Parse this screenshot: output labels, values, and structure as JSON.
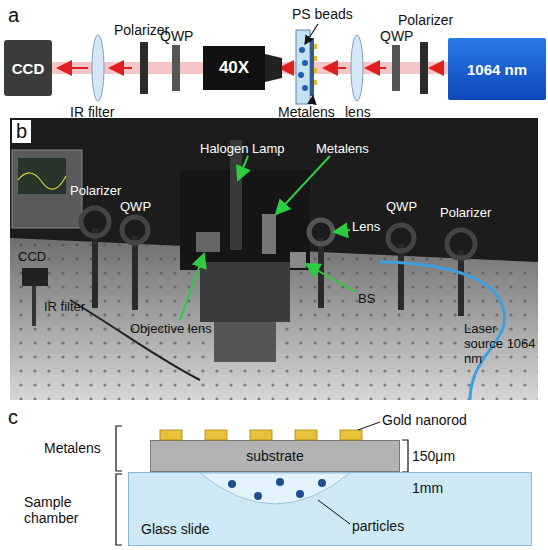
{
  "diagram": {
    "nodes": [
      {
        "text": [
          "CCD"
        ]
      },
      {
        "text": [
          "40X"
        ]
      },
      {
        "text": [
          "1064 nm"
        ]
      },
      {
        "text": [
          "substrate"
        ]
      },
      {
        "text": [
          "Glass slide"
        ]
      }
    ],
    "labels": [
      "a",
      "IR filter",
      "Polarizer",
      "QWP",
      "PS beads",
      "Metalens",
      "lens",
      "QWP",
      "Polarizer",
      "b",
      "Halogen Lamp",
      "Metalens",
      "Polarizer",
      "QWP",
      "Lens",
      "QWP",
      "Polarizer",
      "CCD",
      "IR filter",
      "Objective lens",
      "BS",
      "Laser source 1064 nm",
      "c",
      "Gold nanorod",
      "Metalens",
      "150μm",
      "Sample chamber",
      "1mm",
      "particles"
    ]
  }
}
